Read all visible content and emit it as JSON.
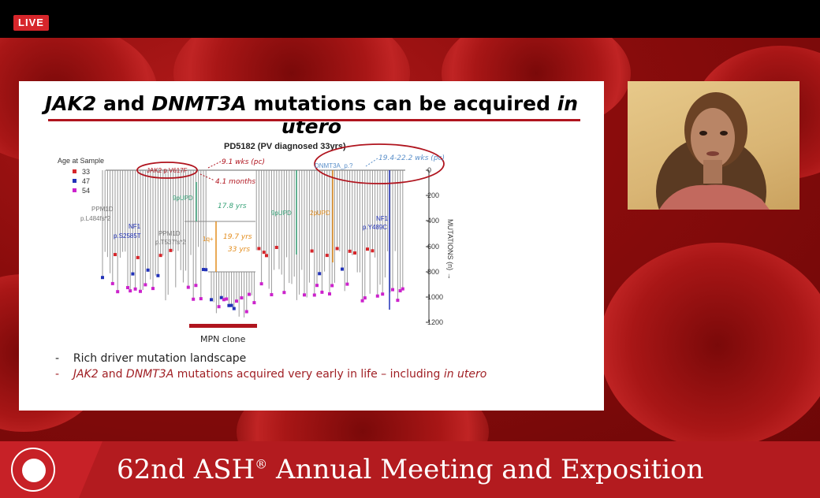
{
  "badge": {
    "live": "LIVE"
  },
  "slide": {
    "title_part1": "JAK2",
    "title_part2": " and ",
    "title_part3": "DNMT3A",
    "title_part4": " mutations can be acquired ",
    "title_part5": "in utero",
    "chart_title": "PD5182 (PV diagnosed 33yrs)",
    "legend_title": "Age at Sample",
    "legend": [
      {
        "label": "33",
        "color": "#d6262b"
      },
      {
        "label": "47",
        "color": "#2232b8"
      },
      {
        "label": "54",
        "color": "#cc22cc"
      }
    ],
    "annotations": {
      "jak2": "JAK2 p.V617F",
      "wks1": "9.1 wks (pc)",
      "months": "4.1 months",
      "upd9": "9pUPD",
      "yrs178": "17.8 yrs",
      "ppm1d_a": "PPM1D",
      "ppm1d_a2": "p.L484fs*2",
      "nf1_a": "NF1",
      "nf1_a2": "p.S2585T",
      "ppm1d_b": "PPM1D",
      "ppm1d_b2": "p.T537fs*2",
      "ones": "1q+",
      "yrs197": "19.7 yrs",
      "yrs33": "33 yrs",
      "upd9b": "9pUPD",
      "upd2": "2pUPD",
      "dnmt3a": "DNMT3A_p.?",
      "wks2": "19.4-22.2 wks (pc)",
      "nf1_b": "NF1",
      "nf1_b2": "p.Y489C",
      "mpn": "MPN clone"
    },
    "axis": {
      "label": "MUTATIONS (n) →",
      "ticks": [
        "0",
        "200",
        "400",
        "600",
        "800",
        "1000",
        "1200"
      ]
    },
    "bullets": {
      "b1_dash": "-",
      "b1_text": "Rich driver mutation landscape",
      "b2_dash": "-",
      "b2_part1": "JAK2",
      "b2_part2": " and ",
      "b2_part3": "DNMT3A",
      "b2_part4": " mutations acquired very early in life – including ",
      "b2_part5": "in utero"
    }
  },
  "footer": {
    "title": "62nd ASH",
    "reg": "®",
    "title_rest": " Annual Meeting and Exposition"
  }
}
